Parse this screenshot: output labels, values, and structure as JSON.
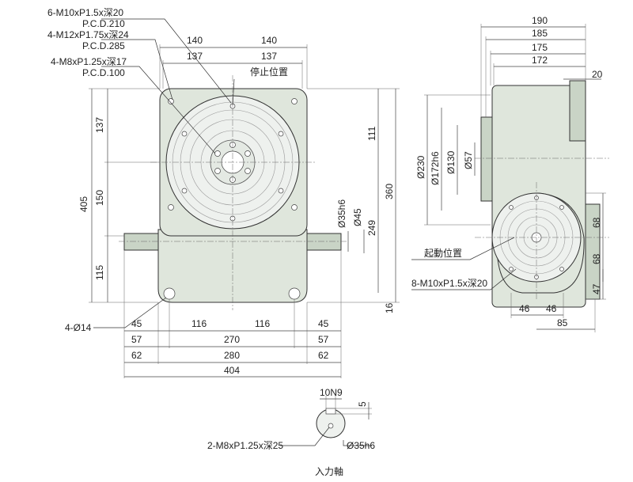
{
  "front_view": {
    "top_labels": {
      "m10": "6-M10xP1.5x深20",
      "pcd210": "P.C.D.210",
      "m12": "4-M12xP1.75x深24",
      "pcd285": "P.C.D.285",
      "m8": "4-M8xP1.25x深17",
      "pcd100": "P.C.D.100"
    },
    "stop_position": "停止位置",
    "dims_top": {
      "left_outer": "140",
      "right_outer": "140",
      "left_inner": "137",
      "right_inner": "137"
    },
    "dims_left": {
      "total": "405",
      "upper": "137",
      "middle": "150",
      "lower": "115"
    },
    "dims_right": {
      "d35h6": "Ø35h6",
      "d45": "Ø45",
      "h111": "111",
      "h360": "360",
      "h249": "249",
      "h16": "16"
    },
    "dims_bottom": {
      "d45": "45",
      "d116a": "116",
      "d116b": "116",
      "d45b": "45",
      "d57": "57",
      "d270": "270",
      "d57b": "57",
      "d62": "62",
      "d280": "280",
      "d62b": "62",
      "d404": "404"
    },
    "hole_label": "4-Ø14"
  },
  "side_view": {
    "dims_top": {
      "d190": "190",
      "d185": "185",
      "d175": "175",
      "d172": "172",
      "d20": "20"
    },
    "dims_left": {
      "d230": "Ø230",
      "d172h6": "Ø172h6",
      "d130": "Ø130",
      "d57": "Ø57"
    },
    "dims_right": {
      "d68a": "68",
      "d68b": "68",
      "d47": "47"
    },
    "dims_bottom": {
      "d46a": "46",
      "d46b": "46",
      "d85": "85"
    },
    "start_position": "起動位置",
    "thread_label": "8-M10xP1.5x深20"
  },
  "input_shaft": {
    "key": "10N9",
    "d5": "5",
    "thread": "2-M8xP1.25x深25",
    "diameter": "Ø35h6",
    "title": "入力軸"
  }
}
